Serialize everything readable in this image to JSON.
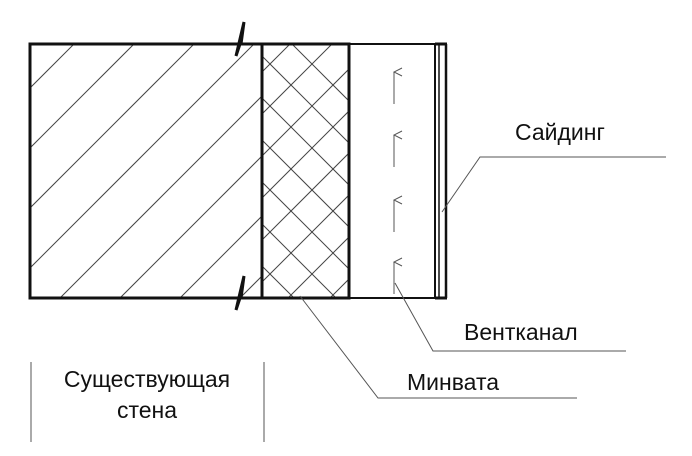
{
  "labels": {
    "siding": "Сайдинг",
    "vent_channel": "Вентканал",
    "mineral_wool": "Минвата",
    "existing_wall_line1": "Существующая",
    "existing_wall_line2": "стена"
  }
}
